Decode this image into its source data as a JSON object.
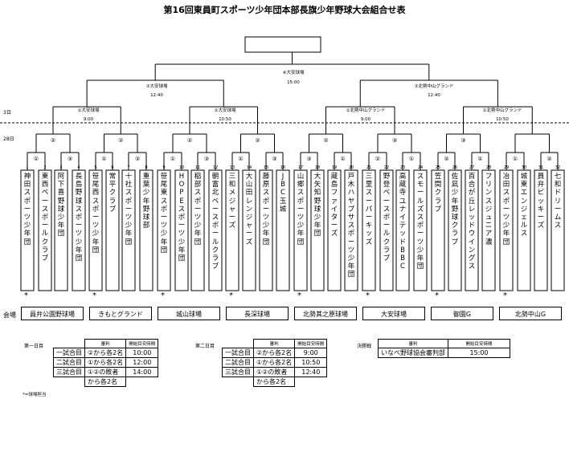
{
  "title": "第16回東員町スポーツ少年団本部長旗少年野球大会組合せ表",
  "day_labels": {
    "day3": "3日",
    "day28": "28日"
  },
  "bracket": {
    "final": {
      "venue": "④大安球場",
      "time": "15:00"
    },
    "semi": [
      {
        "venue": "③大安球場",
        "time": "12:40"
      },
      {
        "venue": "③北勢中山グランド",
        "time": "12:40"
      }
    ],
    "quarter": [
      {
        "venue": "①大安球場",
        "time": "9:00"
      },
      {
        "venue": "②大安球場",
        "time": "10:50"
      },
      {
        "venue": "①北勢中山グランド",
        "time": "9:00"
      },
      {
        "venue": "②北勢中山グランド",
        "time": "10:50"
      }
    ],
    "match_marks": [
      "①",
      "③",
      "②",
      "①",
      "③",
      "②",
      "①",
      "③",
      "②",
      "①",
      "③",
      "②",
      "③",
      "①",
      "②",
      "②",
      "①",
      "③",
      "②",
      "①",
      "③",
      "①",
      "②"
    ]
  },
  "teams": [
    {
      "num": "1",
      "name": "神田スポーツ少年団",
      "star": true
    },
    {
      "num": "2",
      "name": "東西ベースボールクラブ",
      "star": false
    },
    {
      "num": "3",
      "name": "阿下喜野球少年団",
      "star": false
    },
    {
      "num": "4",
      "name": "長島野球スポーツ少年団",
      "star": false
    },
    {
      "num": "5",
      "name": "笹尾西スポーツ少年団",
      "star": true
    },
    {
      "num": "6",
      "name": "常平クラブ",
      "star": false
    },
    {
      "num": "7",
      "name": "十社スポーツ少年団",
      "star": false
    },
    {
      "num": "8",
      "name": "重葉少年野球部",
      "star": false
    },
    {
      "num": "9",
      "name": "笹尾東スポーツ少年団",
      "star": true
    },
    {
      "num": "10",
      "name": "HOPEスポーツ少年団",
      "star": false
    },
    {
      "num": "11",
      "name": "稲部スポーツ少年団",
      "star": false
    },
    {
      "num": "12",
      "name": "朝富北ベースボールクラブ",
      "star": false
    },
    {
      "num": "13",
      "name": "三和メジャーズ",
      "star": true
    },
    {
      "num": "14",
      "name": "大山田レンジャーズ",
      "star": false
    },
    {
      "num": "15",
      "name": "藤原スポーツ少年団",
      "star": false
    },
    {
      "num": "16",
      "name": "JBC玉城",
      "star": false
    },
    {
      "num": "17",
      "name": "山郷スポーツ少年団",
      "star": true
    },
    {
      "num": "18",
      "name": "大矢知野球少年団",
      "star": false
    },
    {
      "num": "19",
      "name": "蔵島ファイターズ",
      "star": false
    },
    {
      "num": "20",
      "name": "戸木ハヤブサスポーツ少年団",
      "star": false
    },
    {
      "num": "21",
      "name": "三里スーパーキッズ",
      "star": true
    },
    {
      "num": "22",
      "name": "野登ベースボールクラブ",
      "star": false
    },
    {
      "num": "23",
      "name": "高蔵寺ユナイテッドBBC",
      "star": false
    },
    {
      "num": "24",
      "name": "スモールズスポーツ少年団",
      "star": false
    },
    {
      "num": "25",
      "name": "笠間クラブ",
      "star": true
    },
    {
      "num": "26",
      "name": "佐凪少年野球クラブ",
      "star": false
    },
    {
      "num": "27",
      "name": "百合が丘レッドウイングス",
      "star": false
    },
    {
      "num": "28",
      "name": "フリンスジュニア濃",
      "star": false
    },
    {
      "num": "29",
      "name": "冶田スポーツ少年団",
      "star": true
    },
    {
      "num": "30",
      "name": "城東エンジェルス",
      "star": false
    },
    {
      "num": "31",
      "name": "員弁ビッキーズ",
      "star": false
    },
    {
      "num": "32",
      "name": "七和ドリームス",
      "star": false
    }
  ],
  "venues": {
    "label": "会場",
    "list": [
      "員弁公園野球場",
      "きもとグランド",
      "城山球場",
      "長深球場",
      "北勢其之原球場",
      "大安球場",
      "御園G",
      "北勢中山G"
    ]
  },
  "schedule_day1": {
    "label": "第一日目",
    "headers": [
      "審判",
      "開始目安時間"
    ],
    "rows": [
      {
        "game": "一試合目",
        "ref": "②から各2名",
        "time": "10:00"
      },
      {
        "game": "二試合目",
        "ref": "①から各2名",
        "time": "12:00"
      },
      {
        "game": "三試合目",
        "ref": "①②の敗者",
        "ref2": "から各2名",
        "time": "14:00"
      }
    ]
  },
  "schedule_day2": {
    "label": "第二日目",
    "headers": [
      "審判",
      "開始目安時間"
    ],
    "rows": [
      {
        "game": "一試合目",
        "ref": "②から各2名",
        "time": "9:00"
      },
      {
        "game": "二試合目",
        "ref": "①から各2名",
        "time": "10:50"
      },
      {
        "game": "三試合目",
        "ref": "①②の敗者",
        "ref2": "から各2名",
        "time": "12:40"
      }
    ]
  },
  "schedule_final": {
    "label": "決勝戦",
    "headers": [
      "審判",
      "開始目安時間"
    ],
    "rows": [
      {
        "ref": "いなべ野球協会審判部",
        "time": "15:00"
      }
    ]
  },
  "note": "*=球場担当"
}
